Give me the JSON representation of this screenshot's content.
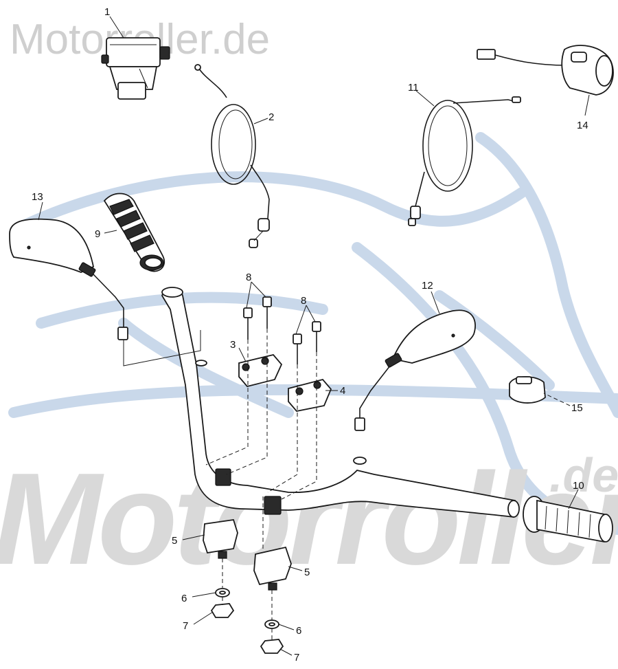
{
  "watermark": {
    "top": "Motorroller.de",
    "big": "Motorroller",
    "suffix": ".de"
  },
  "colors": {
    "watermark_blue": "#c9d8ea",
    "watermark_gray": "#d9d9d9",
    "ink": "#1a1a1a"
  },
  "callouts": [
    {
      "id": "c1",
      "label": "1"
    },
    {
      "id": "c2",
      "label": "2"
    },
    {
      "id": "c3",
      "label": "3"
    },
    {
      "id": "c4",
      "label": "4"
    },
    {
      "id": "c5a",
      "label": "5"
    },
    {
      "id": "c5b",
      "label": "5"
    },
    {
      "id": "c6a",
      "label": "6"
    },
    {
      "id": "c6b",
      "label": "6"
    },
    {
      "id": "c7a",
      "label": "7"
    },
    {
      "id": "c7b",
      "label": "7"
    },
    {
      "id": "c8a",
      "label": "8"
    },
    {
      "id": "c8b",
      "label": "8"
    },
    {
      "id": "c9",
      "label": "9"
    },
    {
      "id": "c10",
      "label": "10"
    },
    {
      "id": "c11",
      "label": "11"
    },
    {
      "id": "c12",
      "label": "12"
    },
    {
      "id": "c13",
      "label": "13"
    },
    {
      "id": "c14",
      "label": "14"
    },
    {
      "id": "c15",
      "label": "15"
    }
  ]
}
